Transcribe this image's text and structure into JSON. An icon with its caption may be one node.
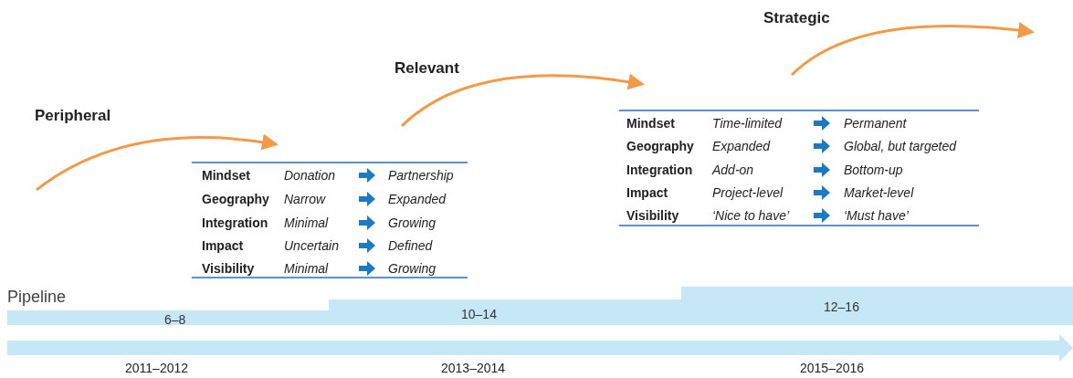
{
  "diagram": {
    "nodes": [
      {
        "text": [
          "6–8"
        ]
      },
      {
        "text": [
          "10–14"
        ]
      },
      {
        "text": [
          "12–16"
        ]
      }
    ],
    "labels": [
      "Peripheral",
      "Relevant",
      "Strategic",
      "Mindset",
      "Donation",
      "Partnership",
      "Geography",
      "Narrow",
      "Expanded",
      "Integration",
      "Minimal",
      "Growing",
      "Impact",
      "Uncertain",
      "Defined",
      "Visibility",
      "Minimal",
      "Growing",
      "Mindset",
      "Time-limited",
      "Permanent",
      "Geography",
      "Expanded",
      "Global, but targeted",
      "Integration",
      "Add-on",
      "Bottom-up",
      "Impact",
      "Project-level",
      "Market-level",
      "Visibility",
      "‘Nice to have’",
      "‘Must have’",
      "Pipeline",
      "2011–2012",
      "2013–2014",
      "2015–2016"
    ]
  }
}
